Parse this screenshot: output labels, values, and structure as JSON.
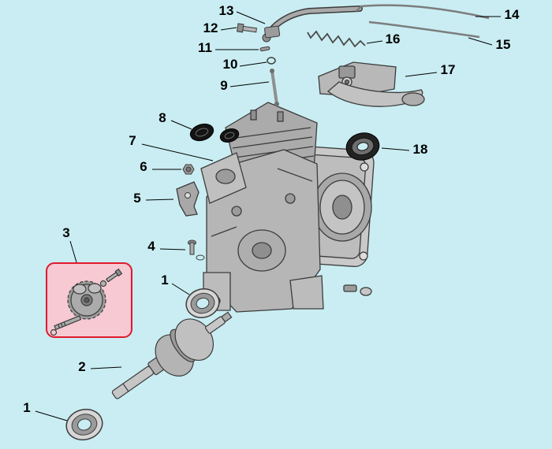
{
  "page": {
    "background": "#c9edf2"
  },
  "diagram": {
    "highlight": {
      "stroke": "#e01a2d",
      "fill": "#f6c9d3",
      "highlighted_callout": "3"
    },
    "callouts": [
      {
        "label": "13"
      },
      {
        "label": "12"
      },
      {
        "label": "11"
      },
      {
        "label": "10"
      },
      {
        "label": "9"
      },
      {
        "label": "8"
      },
      {
        "label": "7"
      },
      {
        "label": "6"
      },
      {
        "label": "5"
      },
      {
        "label": "3"
      },
      {
        "label": "4"
      },
      {
        "label": "1"
      },
      {
        "label": "2"
      },
      {
        "label": "1"
      },
      {
        "label": "14"
      },
      {
        "label": "15"
      },
      {
        "label": "16"
      },
      {
        "label": "17"
      },
      {
        "label": "18"
      }
    ]
  }
}
